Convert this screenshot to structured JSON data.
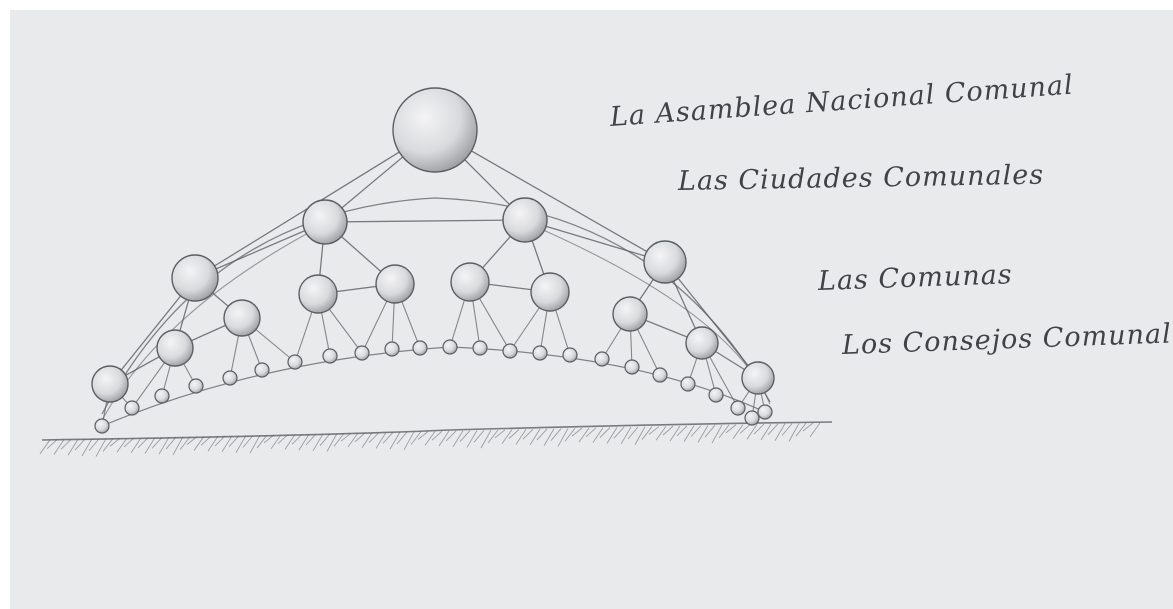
{
  "labels": {
    "level_1": "La Asamblea Nacional Comunal",
    "level_2": "Las Ciudades Comunales",
    "level_3": "Las Comunas",
    "level_4": "Los Consejos Comunales"
  },
  "colors": {
    "paper": "#e9eaec",
    "pencil": "#5b5e63",
    "node_fill": "#dfe0e3"
  }
}
